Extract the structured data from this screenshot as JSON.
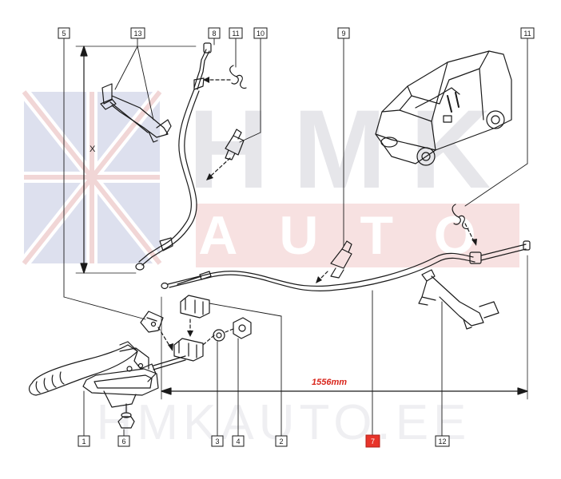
{
  "watermark": {
    "logo_text": "HMK",
    "logo_sub": "AUTO",
    "site_text": "HMKAUTO.EE"
  },
  "callouts": [
    {
      "id": "c5",
      "text": "5"
    },
    {
      "id": "c13",
      "text": "13"
    },
    {
      "id": "c8",
      "text": "8"
    },
    {
      "id": "c11a",
      "text": "11"
    },
    {
      "id": "c10",
      "text": "10"
    },
    {
      "id": "c9",
      "text": "9"
    },
    {
      "id": "c11b",
      "text": "11"
    },
    {
      "id": "c1",
      "text": "1"
    },
    {
      "id": "c6",
      "text": "6"
    },
    {
      "id": "c3",
      "text": "3"
    },
    {
      "id": "c4",
      "text": "4"
    },
    {
      "id": "c2",
      "text": "2"
    },
    {
      "id": "c7",
      "text": "7",
      "highlight": true
    },
    {
      "id": "c12",
      "text": "12"
    }
  ],
  "dimensions": {
    "x_label": "X",
    "length_label": "1556mm"
  },
  "colors": {
    "line": "#1a1a1a",
    "highlight_fill": "#e8342a",
    "dimension_text": "#d9261c",
    "watermark_grey": "#e4e4e8",
    "watermark_red": "#f6dcdc",
    "watermark_blue": "#dcdfee"
  }
}
